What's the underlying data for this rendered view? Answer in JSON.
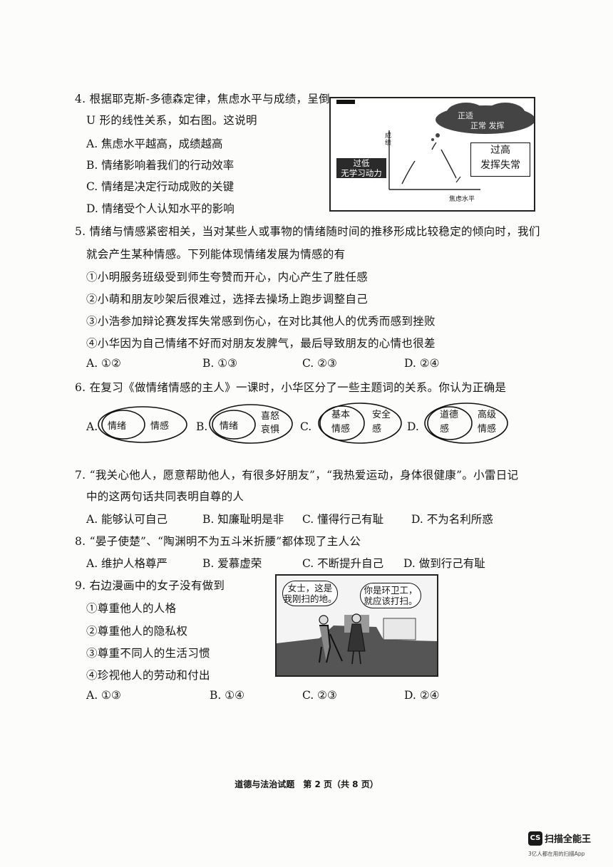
{
  "q4": {
    "line1": "4. 根据耶克斯-多德森定律，焦虑水平与成绩，呈倒",
    "line2": "U 形的线性关系，如右图。这说明",
    "options": [
      "A. 焦虑水平越高，成绩越高",
      "B. 情绪影响着我们的行动效率",
      "C. 情绪是决定行动成败的关键",
      "D. 情绪受个人认知水平的影响"
    ],
    "figure": {
      "ylabel": "成绩",
      "xlabel": "焦虑水平",
      "low_label_1": "过低",
      "low_label_2": "无学习动力",
      "high_label_1": "过高",
      "high_label_2": "发挥失常",
      "cloud_text_1": "正适",
      "cloud_text_2": "正常 发挥"
    }
  },
  "q5": {
    "line1": "5. 情绪与情感紧密相关，当对某些人或事物的情绪随时间的推移形成比较稳定的倾向时，我们",
    "line2": "就会产生某种情感。下列能体现情绪发展为情感的有",
    "items": [
      "①小明服务班级受到师生夸赞而开心，内心产生了胜任感",
      "②小萌和朋友吵架后很难过，选择去操场上跑步调整自己",
      "③小浩参加辩论赛发挥失常感到伤心，在对比其他人的优秀而感到挫败",
      "④小华因为自己情绪不好而对朋友发脾气，最后导致朋友的心情也很差"
    ],
    "options": [
      "A. ①②",
      "B. ①③",
      "C. ②③",
      "D. ②④"
    ]
  },
  "q6": {
    "line1": "6. 在复习《做情绪情感的主人》一课时，小华区分了一些主题词的关系。你认为正确是",
    "diagrams": [
      {
        "letter": "A.",
        "inner": "情绪",
        "outer": "情感"
      },
      {
        "letter": "B.",
        "inner": "情绪",
        "outer": "喜怒\n哀惧"
      },
      {
        "letter": "C.",
        "inner": "基本\n情感",
        "outer": "安全\n感"
      },
      {
        "letter": "D.",
        "inner": "道德\n感",
        "outer": "高级\n情感"
      }
    ]
  },
  "q7": {
    "line1": "7. “我关心他人，愿意帮助他人，有很多好朋友”，“我热爱运动，身体很健康”。小雷日记",
    "line2": "中的这两句话共同表明自尊的人",
    "options": [
      "A. 能够认可自己",
      "B. 知廉耻明是非",
      "C. 懂得行己有耻",
      "D. 不为名利所惑"
    ]
  },
  "q8": {
    "line1": "8. “晏子使楚”、“陶渊明不为五斗米折腰”都体现了主人公",
    "options": [
      "A. 维护人格尊严",
      "B. 爱慕虚荣",
      "C. 不断提升自己",
      "D. 做到行己有耻"
    ]
  },
  "q9": {
    "line1": "9. 右边漫画中的女子没有做到",
    "items": [
      "①尊重他人的人格",
      "②尊重他人的隐私权",
      "③尊重不同人的生活习惯",
      "④珍视他人的劳动和付出"
    ],
    "options": [
      "A. ①③",
      "B. ①④",
      "C. ②③",
      "D. ②④"
    ],
    "comic": {
      "bubble_left_1": "女士，这是",
      "bubble_left_2": "我刚扫的地。",
      "bubble_right_1": "你是环卫工，",
      "bubble_right_2": "就应该打扫。"
    }
  },
  "footer": "道德与法治试题　第 2 页（共 8 页）",
  "logo": {
    "mark": "CS",
    "name": "扫描全能王",
    "sub": "3亿人都在用的扫描App"
  }
}
